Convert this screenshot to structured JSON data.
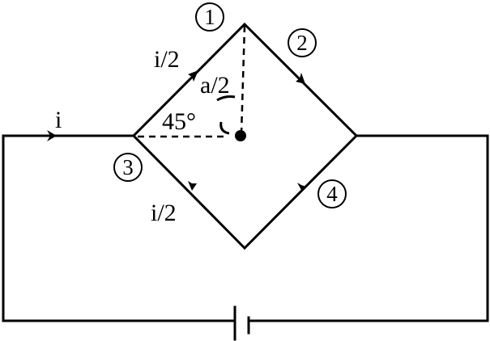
{
  "labels": {
    "current_in": "i",
    "current_upper": "i/2",
    "current_lower": "i/2",
    "half_side": "a/2",
    "angle": "45°",
    "node1": "1",
    "node2": "2",
    "node3": "3",
    "node4": "4"
  },
  "colors": {
    "line": "#000000",
    "background": "#ffffff"
  }
}
